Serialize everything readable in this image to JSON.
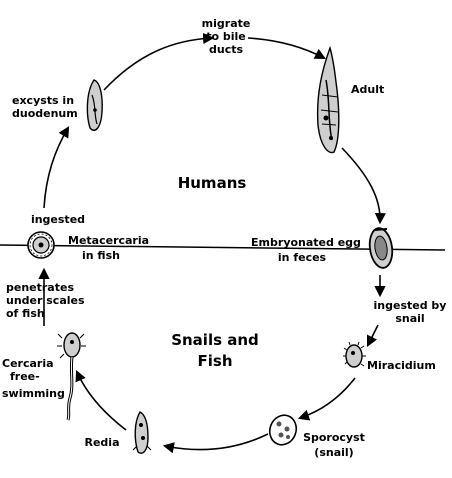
{
  "regions": {
    "upper": "Humans",
    "lower_line1": "Snails and",
    "lower_line2": "Fish"
  },
  "stages": {
    "migrate": [
      "migrate",
      "to bile",
      "ducts"
    ],
    "adult": [
      "Adult"
    ],
    "egg": [
      "Embryonated egg",
      "in feces"
    ],
    "ingested_snail": [
      "ingested by",
      "snail"
    ],
    "miracidium": [
      "Miracidium"
    ],
    "sporocyst": [
      "Sporocyst",
      "(snail)"
    ],
    "redia": [
      "Redia"
    ],
    "cercaria": [
      "Cercaria",
      "free-",
      "swimming"
    ],
    "penetrates": [
      "penetrates",
      "under scales",
      "of fish"
    ],
    "metacercaria": [
      "Metacercaria",
      "in fish"
    ],
    "ingested": [
      "ingested"
    ],
    "excysts": [
      "excysts in",
      "duodenum"
    ]
  },
  "colors": {
    "ink": "#000000",
    "background": "#ffffff",
    "fill": "#cfcfcf"
  },
  "icons": [
    "adult-fluke-icon",
    "embryonated-egg-icon",
    "miracidium-icon",
    "sporocyst-icon",
    "redia-icon",
    "cercaria-icon",
    "metacercaria-icon",
    "juvenile-fluke-icon"
  ]
}
